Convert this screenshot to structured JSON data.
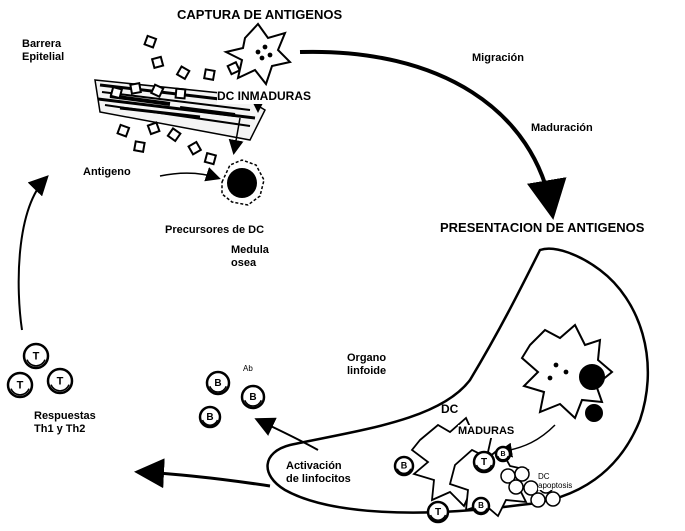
{
  "labels": {
    "captura": "CAPTURA DE ANTIGENOS",
    "barrera": "Barrera\nEpitelial",
    "dc_inmaduras": "DC INMADURAS",
    "migracion": "Migración",
    "maduracion": "Maduración",
    "antigeno": "Antigeno",
    "precursores": "Precursores de DC",
    "medula": "Medula\nosea",
    "presentacion": "PRESENTACION DE ANTIGENOS",
    "organo": "Organo\nlinfoide",
    "dc": "DC",
    "maduras": "MADURAS",
    "activacion": "Activación\nde linfocitos",
    "dc_apoptosis": "DC\napoptosis",
    "respuestas": "Respuestas\nTh1 y Th2",
    "ab": "Ab"
  },
  "cell_letters": {
    "t": "T",
    "b": "B"
  },
  "colors": {
    "ink": "#000000",
    "background": "#ffffff"
  }
}
